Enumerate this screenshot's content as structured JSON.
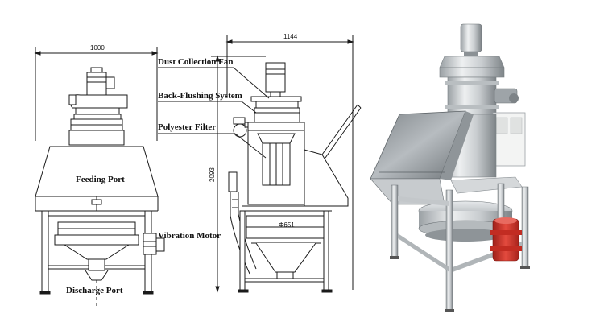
{
  "dimensions": {
    "front_width": "1000",
    "side_width": "1144",
    "side_height": "2093",
    "diameter": "Φ651"
  },
  "labels": {
    "dust_collection_fan": "Dust Collection Fan",
    "back_flushing_system": "Back-Flushing System",
    "polyester_filter": "Polyester Filter",
    "feeding_port": "Feeding Port",
    "vibration_motor": "Vibration Motor",
    "discharge_port": "Discharge Port"
  },
  "colors": {
    "line": "#1a1a1a",
    "steel_light": "#d8dcdf",
    "steel_dark": "#8e9498",
    "motor_red": "#d8362e"
  }
}
